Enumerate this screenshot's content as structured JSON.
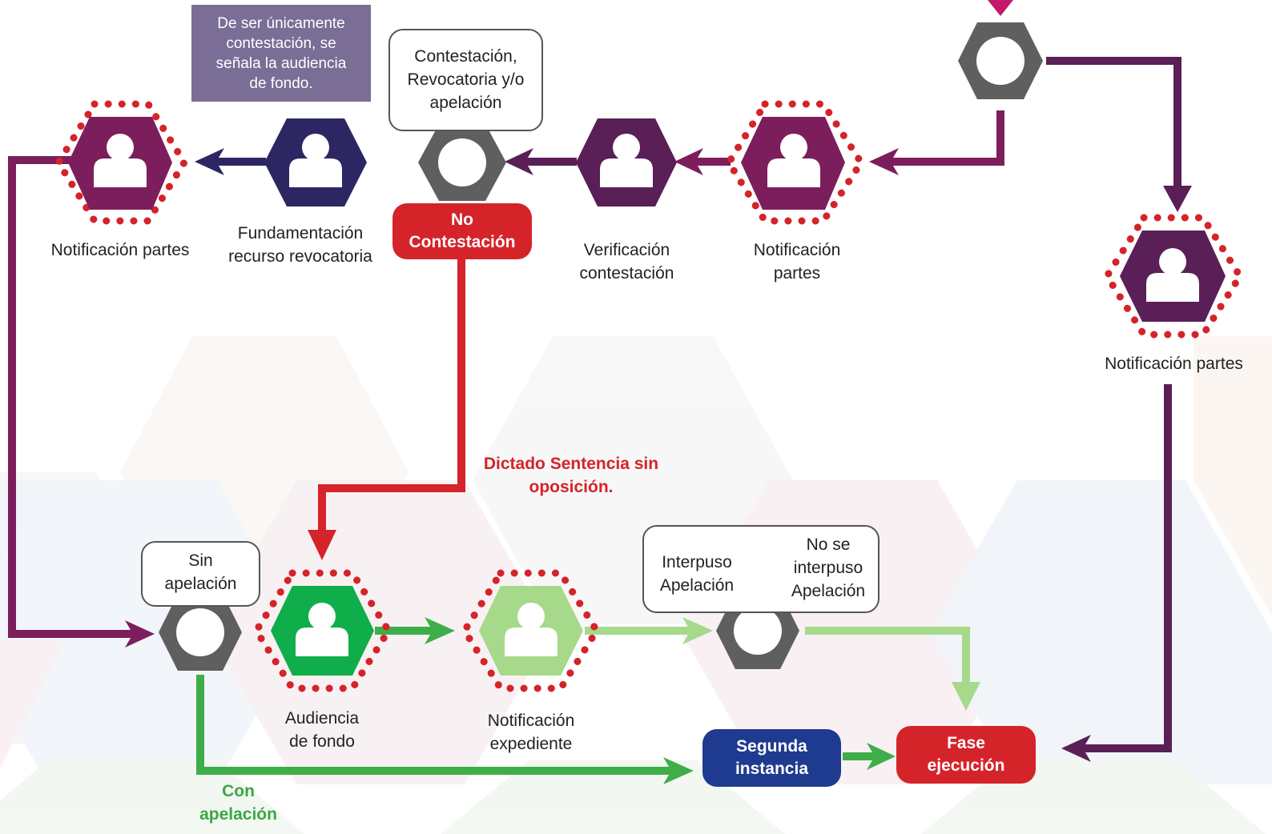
{
  "colors": {
    "magenta": "#7d1e5c",
    "purple_dark": "#5a1f57",
    "navy": "#2c2763",
    "gray": "#5f5f5f",
    "green": "#0fae4b",
    "green_arrow": "#3fae49",
    "green_light": "#a6d98a",
    "red": "#d5232a",
    "note": "#7a6d96",
    "blue_pill": "#1f3b8f",
    "dots": "#d5232a"
  },
  "labels": {
    "notif_left": "Notificación partes",
    "fundamentacion": [
      "Fundamentación",
      "recurso revocatoria"
    ],
    "verificacion": [
      "Verificación",
      "contestación"
    ],
    "notif_mid": [
      "Notificación",
      "partes"
    ],
    "notif_right": "Notificación partes",
    "audiencia": [
      "Audiencia",
      "de fondo"
    ],
    "notif_expediente": [
      "Notificación",
      "expediente"
    ]
  },
  "note": [
    "De ser únicamente",
    "contestación, se",
    "señala la audiencia",
    "de fondo."
  ],
  "bubbles": {
    "contestacion": [
      "Contestación,",
      "Revocatoria y/o",
      "apelación"
    ],
    "sin_apelacion": [
      "Sin",
      "apelación"
    ],
    "interpuso": [
      "Interpuso",
      "Apelación"
    ],
    "no_interpuso": [
      "No se",
      "interpuso",
      "Apelación"
    ]
  },
  "pills": {
    "no_contestacion": [
      "No",
      "Contestación"
    ],
    "segunda": [
      "Segunda",
      "instancia"
    ],
    "fase": [
      "Fase",
      "ejecución"
    ]
  },
  "annotations": {
    "dictado": [
      "Dictado Sentencia sin",
      "oposición."
    ],
    "con_apelacion": [
      "Con",
      "apelación"
    ]
  }
}
